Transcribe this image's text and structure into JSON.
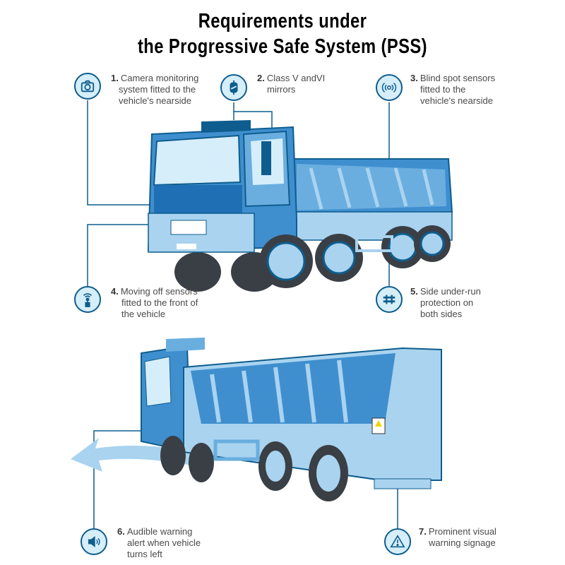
{
  "title": {
    "line1": "Requirements under",
    "line2": "the Progressive Safe System (PSS)"
  },
  "items": [
    {
      "num": "1.",
      "lines": [
        "Camera monitoring",
        "system fitted to the",
        "vehicle's nearside"
      ],
      "icon": "camera-icon"
    },
    {
      "num": "2.",
      "lines": [
        "Class V andVI",
        "mirrors"
      ],
      "icon": "mirror-icon"
    },
    {
      "num": "3.",
      "lines": [
        "Blind spot sensors",
        "fitted to the",
        "vehicle's nearside"
      ],
      "icon": "sensor-waves-icon"
    },
    {
      "num": "4.",
      "lines": [
        "Moving off sensors",
        "fitted to the front of",
        "the vehicle"
      ],
      "icon": "proximity-sensor-icon"
    },
    {
      "num": "5.",
      "lines": [
        "Side under-run",
        "protection on",
        "both sides"
      ],
      "icon": "under-run-guard-icon"
    },
    {
      "num": "6.",
      "lines": [
        "Audible warning",
        "alert when vehicle",
        "turns left"
      ],
      "icon": "speaker-icon"
    },
    {
      "num": "7.",
      "lines": [
        "Prominent visual",
        "warning signage"
      ],
      "icon": "warning-triangle-icon"
    }
  ],
  "colors": {
    "dark_blue": "#0e5d8e",
    "mid_blue": "#3f8fcf",
    "light_blue": "#a9d3ef",
    "icon_fill": "#d5eefa",
    "tyre": "#3a3f45"
  }
}
